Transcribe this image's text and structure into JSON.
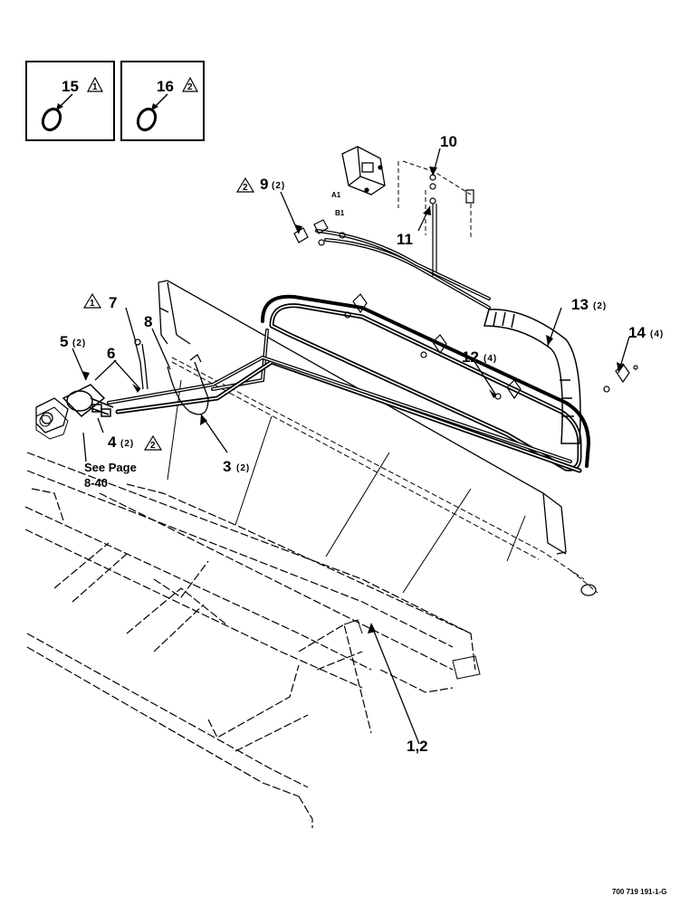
{
  "figure_ref": "700 719 191-1-G",
  "insets": [
    {
      "callout": "15",
      "note": "1"
    },
    {
      "callout": "16",
      "note": "2"
    }
  ],
  "callouts": {
    "c1_2": "1,2",
    "c3": "3",
    "c3_qty": "(2)",
    "c4": "4",
    "c4_qty": "(2)",
    "c4_note": "2",
    "c5": "5",
    "c5_qty": "(2)",
    "c6": "6",
    "c7": "7",
    "c7_note": "1",
    "c8": "8",
    "c9": "9",
    "c9_qty": "(2)",
    "c9_note": "2",
    "c10": "10",
    "c11": "11",
    "c12": "12",
    "c12_qty": "(4)",
    "c13": "13",
    "c13_qty": "(2)",
    "c14": "14",
    "c14_qty": "(4)"
  },
  "valve_ports": {
    "a1": "A1",
    "b1": "B1"
  },
  "see_page": {
    "line1": "See Page",
    "line2": "8-40"
  }
}
